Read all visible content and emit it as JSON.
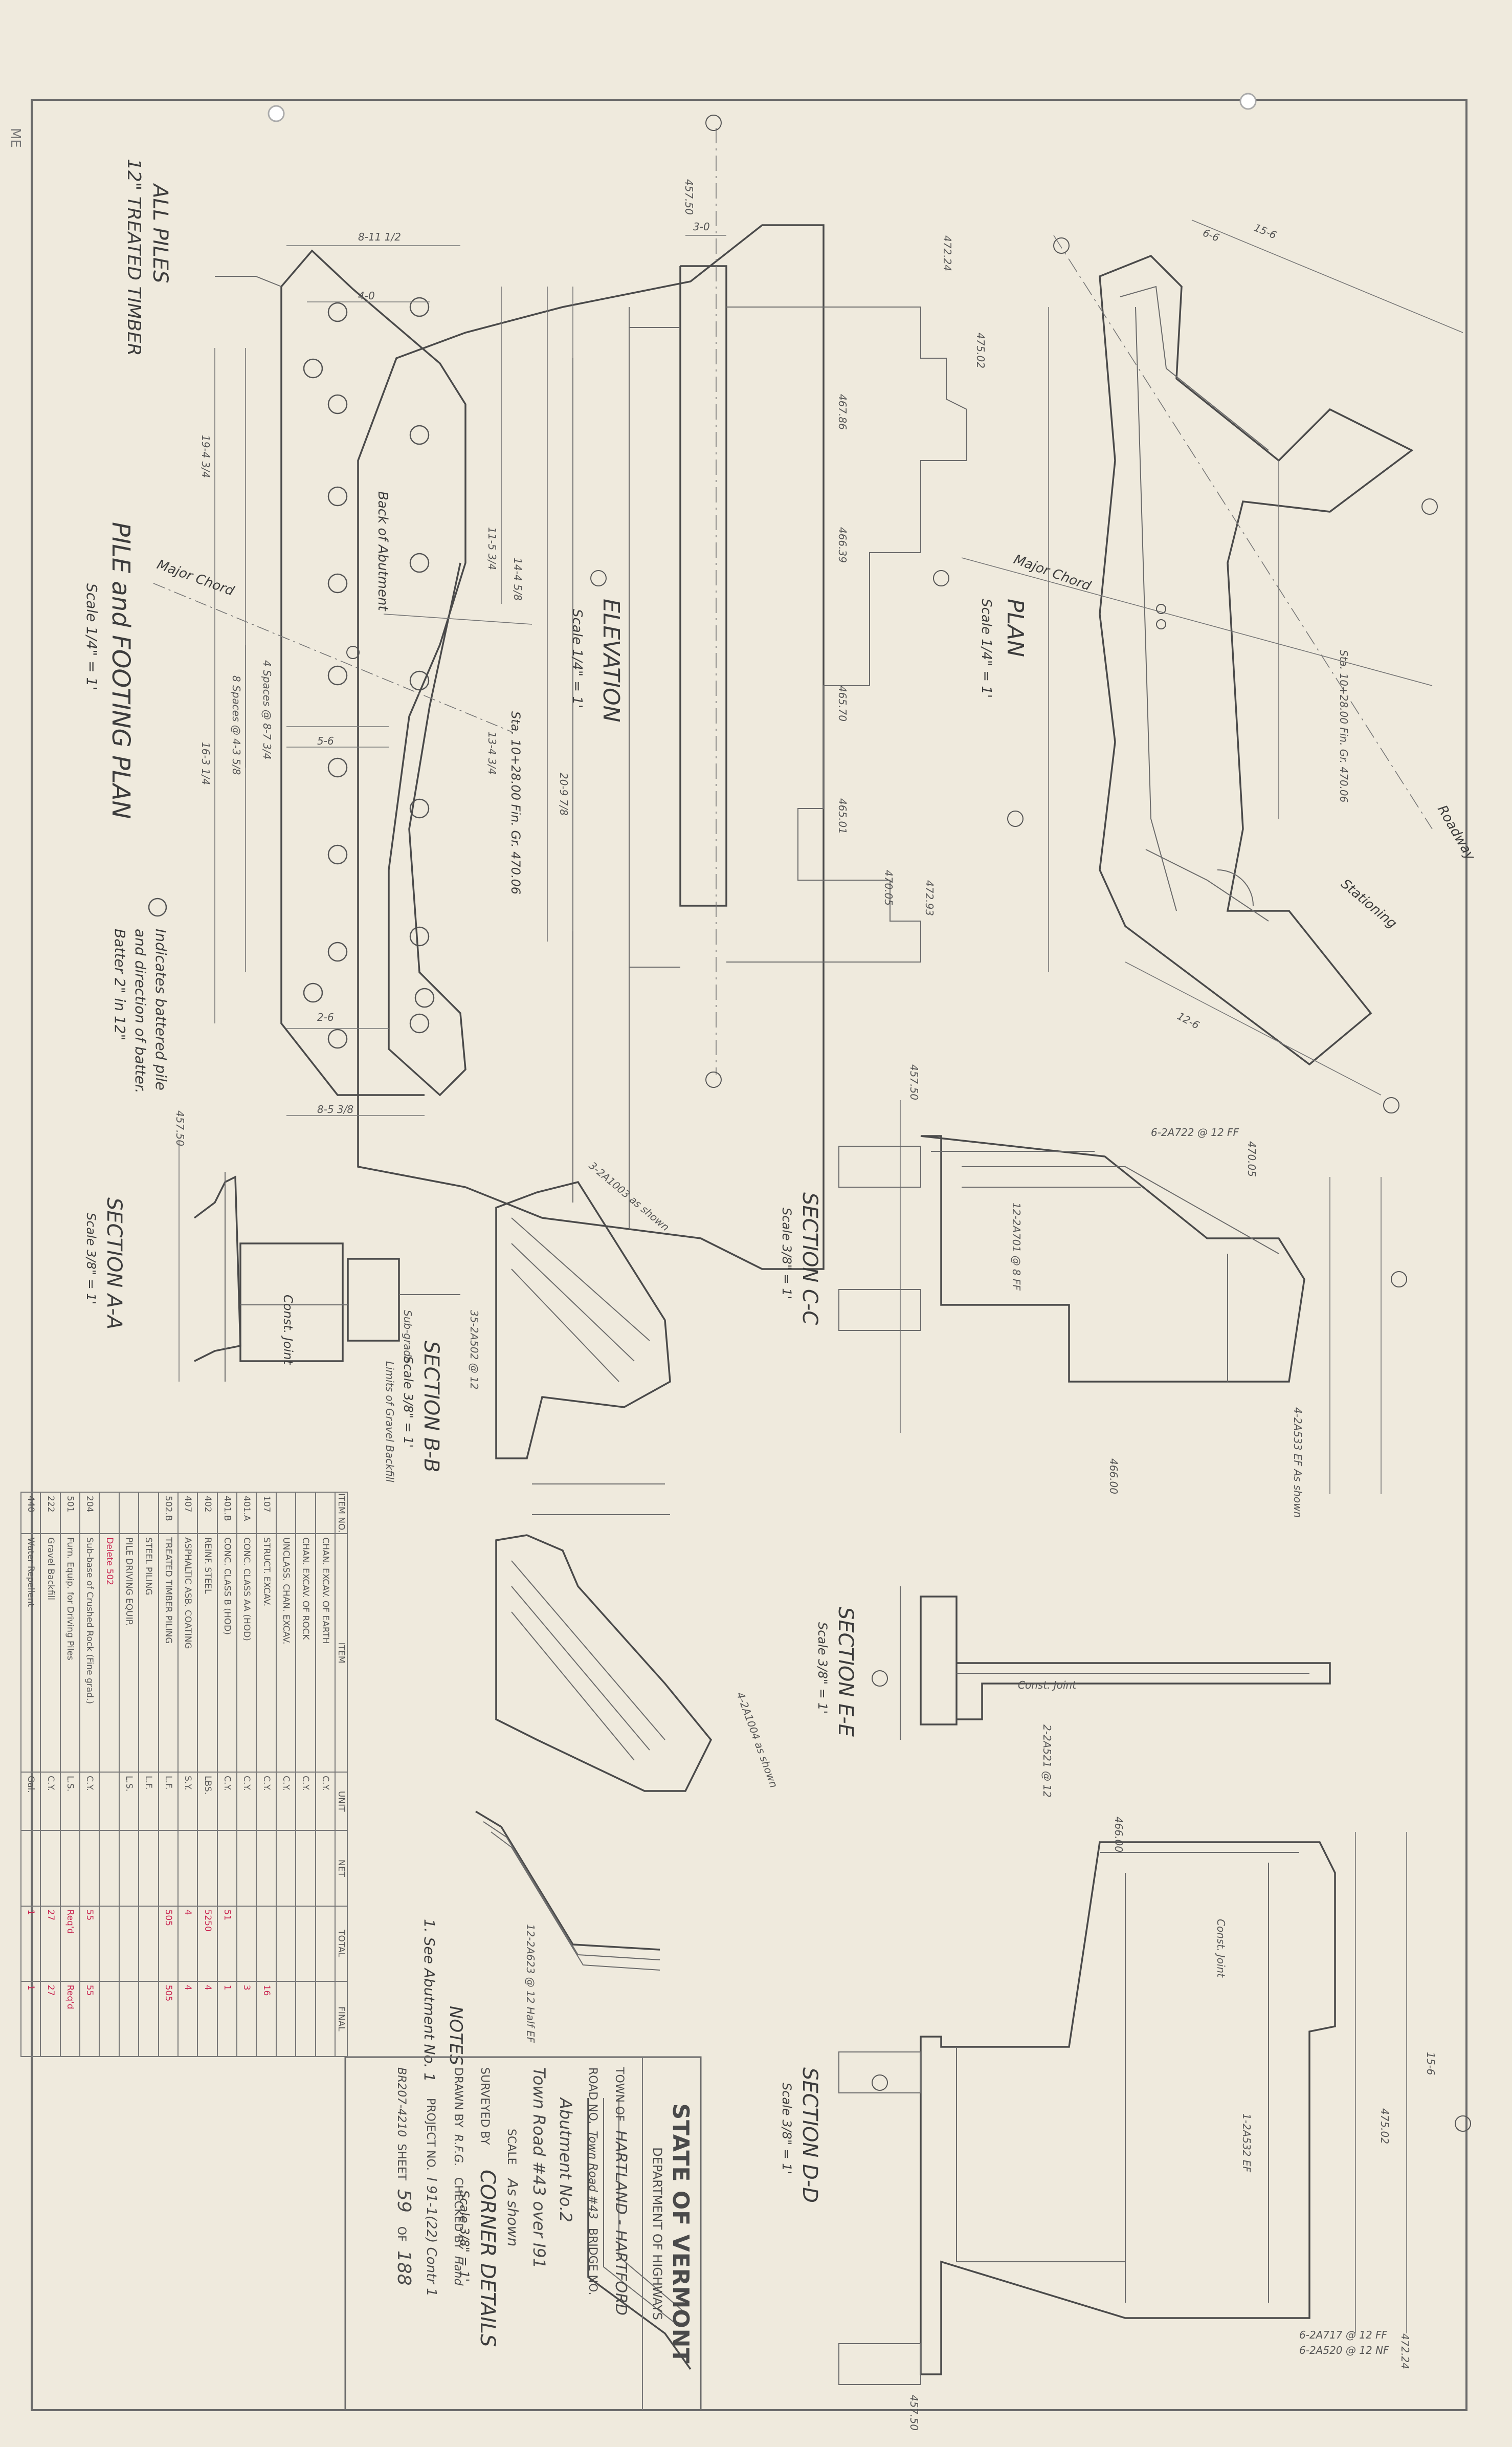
{
  "title_block": {
    "state": "STATE OF VERMONT",
    "department": "DEPARTMENT OF HIGHWAYS",
    "town_label": "TOWN OF",
    "town": "HARTLAND - HARTFORD",
    "road_label": "ROAD NO.",
    "road": "Town Road #43",
    "bridge_label": "BRIDGE NO.",
    "line3": "Abutment No.2",
    "line4": "Town Road #43 over I91",
    "scale_label": "SCALE",
    "scale": "As shown",
    "surveyed_label": "SURVEYED BY",
    "drawn_label": "DRAWN BY",
    "drawn_by": "R.F.G.",
    "checked_label": "CHECKED BY",
    "checked_by": "Hand",
    "project_label": "PROJECT NO.",
    "project": "I 91-1(22) Contr 1",
    "sheet_label": "SHEET",
    "sheet_no": "59",
    "of_label": "OF",
    "sheet_total": "188",
    "drawing_no": "BR207-4210"
  },
  "quantity_table": {
    "headers": [
      "ITEM NO.",
      "ITEM",
      "UNIT",
      "NET",
      "TOTAL",
      "FINAL"
    ],
    "rows": [
      [
        "",
        "CHAN. EXCAV. OF EARTH",
        "C.Y.",
        "",
        "",
        ""
      ],
      [
        "",
        "CHAN. EXCAV. OF ROCK",
        "C.Y.",
        "",
        "",
        ""
      ],
      [
        "",
        "UNCLASS. CHAN. EXCAV.",
        "C.Y.",
        "",
        "",
        ""
      ],
      [
        "107",
        "STRUCT. EXCAV.",
        "C.Y.",
        "",
        "",
        "16"
      ],
      [
        "401.A",
        "CONC. CLASS AA (HOD)",
        "C.Y.",
        "",
        "",
        "3"
      ],
      [
        "401.B",
        "CONC. CLASS B (HOD)",
        "C.Y.",
        "",
        "51",
        "1"
      ],
      [
        "402",
        "REINF. STEEL",
        "LBS.",
        "",
        "5250",
        "4"
      ],
      [
        "407",
        "ASPHALTIC ASB. COATING",
        "S.Y.",
        "",
        "4",
        "4"
      ],
      [
        "502.B",
        "TREATED TIMBER PILING",
        "L.F.",
        "",
        "505",
        "505"
      ],
      [
        "",
        "STEEL PILING",
        "L.F.",
        "",
        "",
        ""
      ],
      [
        "",
        "PILE DRIVING EQUIP.",
        "L.S.",
        "",
        "",
        ""
      ],
      [
        "",
        "Delete 502",
        "",
        "",
        "",
        ""
      ],
      [
        "204",
        "Sub-base of Crushed Rock (Fine grad.)",
        "C.Y.",
        "",
        "55",
        "55"
      ],
      [
        "501",
        "Furn. Equip. for Driving Piles",
        "L.S.",
        "",
        "Req'd",
        "Req'd"
      ],
      [
        "222",
        "Gravel Backfill",
        "C.Y.",
        "",
        "27",
        "27"
      ],
      [
        "440",
        "Water Repellent",
        "Gal.",
        "",
        "1",
        "1"
      ]
    ]
  },
  "notes": {
    "heading": "NOTES",
    "items": [
      "1. See Abutment No. 1"
    ]
  },
  "views": {
    "pile_plan_title": "PILE and FOOTING PLAN",
    "pile_plan_scale": "Scale 1/4\" = 1'",
    "pile_note_title": "ALL PILES",
    "pile_note_body": "12\" TREATED TIMBER",
    "batter_legend_1": "Indicates battered pile",
    "batter_legend_2": "and direction of batter.",
    "batter_legend_3": "Batter 2\" in 12\"",
    "elevation_title": "ELEVATION",
    "elevation_scale": "Scale 1/4\" = 1'",
    "plan_title": "PLAN",
    "plan_scale": "Scale 1/4\" = 1'",
    "section_aa_title": "SECTION A-A",
    "section_aa_scale": "Scale 3/8\" = 1'",
    "section_bb_title": "SECTION B-B",
    "section_bb_scale": "Scale 3/8\" = 1'",
    "section_cc_title": "SECTION C-C",
    "section_cc_scale": "Scale 3/8\" = 1'",
    "section_dd_title": "SECTION D-D",
    "section_dd_scale": "Scale 3/8\" = 1'",
    "section_ee_title": "SECTION E-E",
    "section_ee_scale": "Scale 3/8\" = 1'",
    "corner_title": "CORNER DETAILS",
    "corner_scale": "Scale 3/8\" = 1'"
  },
  "annotations": {
    "major_chord": "Major Chord",
    "back_of_abutment": "Back of Abutment",
    "const_joint": "Const. Joint",
    "station_ref": "Sta. 10+28.00 Fin. Gr. 470.06",
    "roadway": "Roadway",
    "stationing": "Stationing",
    "elev_1": "457.50",
    "elev_2": "472.24",
    "elev_3": "475.02",
    "elev_4": "467.86",
    "elev_5": "466.39",
    "elev_6": "465.70",
    "elev_7": "465.01",
    "elev_8": "470.05",
    "elev_9": "472.93",
    "dim_1": "3-0",
    "dim_2": "12-6",
    "dim_3": "15-6",
    "dim_4": "6-6",
    "spacing_1": "4 Spaces @ 8-7 3/4",
    "spacing_2": "8 Spaces @ 4-3 5/8",
    "dim_5": "14-4 5/8",
    "dim_6": "20-9 7/8",
    "dim_7": "13-4 3/4",
    "dim_8": "16-3 1/4",
    "dim_9": "19-4 3/4",
    "dim_10": "11-5 3/4",
    "dim_11": "8-11 1/2",
    "dim_12": "4-0",
    "dim_13": "5-6",
    "dim_14": "2-6",
    "dim_15": "8-5 3/8",
    "limits_gravel": "Limits of Gravel Backfill",
    "subgrade": "Sub-grade",
    "bar_1": "12-2A701 @ 8 FF",
    "bar_2": "6-2A722 @ 12 FF",
    "bar_3": "4-2A533 EF As shown",
    "bar_4": "6-2A717 @ 12 FF",
    "bar_5": "6-2A520 @ 12 NF",
    "bar_6": "1-2A532 EF",
    "bar_7": "12-2A623 @ 12 Half EF",
    "bar_8": "2-2A521 @ 12",
    "bar_9": "4-2A1004 as shown",
    "bar_10": "3-2A1003 as shown",
    "bar_11": "35-2A502 @ 12",
    "el_466": "466.00",
    "el_4661": "466.00",
    "el_470": "470.05"
  }
}
